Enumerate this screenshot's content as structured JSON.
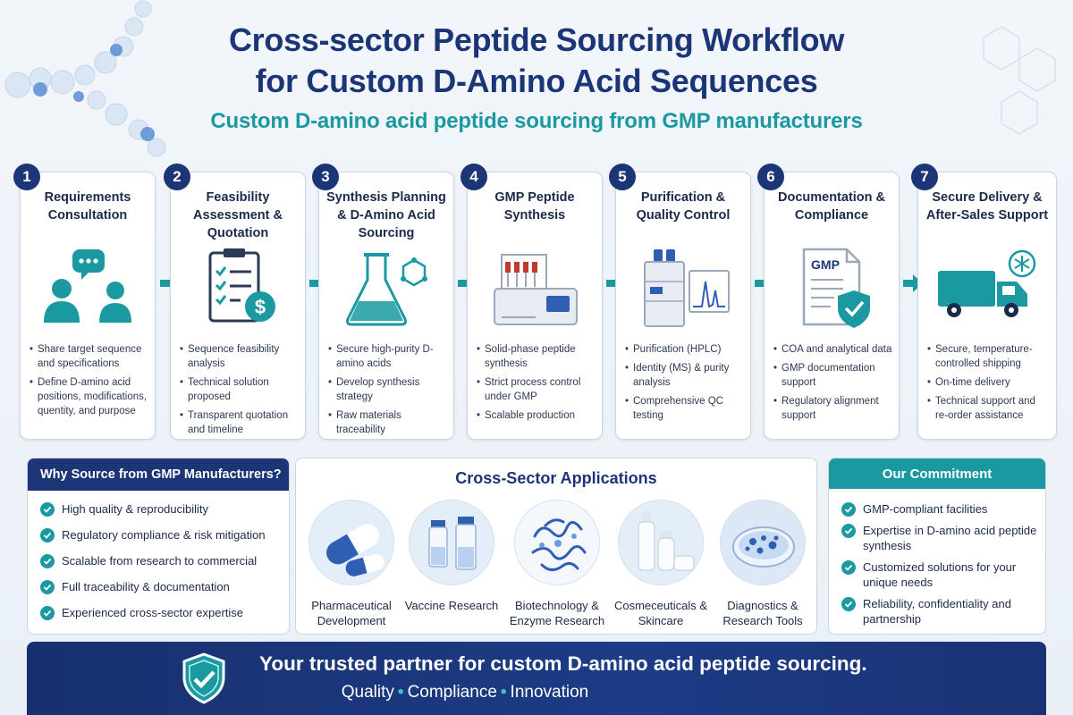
{
  "header": {
    "title_line1": "Cross-sector Peptide Sourcing Workflow",
    "title_line2": "for Custom D-Amino Acid Sequences",
    "subtitle": "Custom D-amino acid peptide sourcing from GMP manufacturers"
  },
  "steps": [
    {
      "number": "1",
      "title": "Requirements Consultation",
      "icon": "chat-people-icon",
      "bullets": [
        "Share target sequence and specifications",
        "Define D-amino acid positions, modifications, quentity, and purpose"
      ]
    },
    {
      "number": "2",
      "title": "Feasibility Assessment & Quotation",
      "icon": "clipboard-dollar-icon",
      "bullets": [
        "Sequence feasibility analysis",
        "Technical solution proposed",
        "Transparent quotation and timeline"
      ]
    },
    {
      "number": "3",
      "title": "Synthesis Planning & D-Amino Acid Sourcing",
      "icon": "flask-molecule-icon",
      "bullets": [
        "Secure high-purity D-amino acids",
        "Develop synthesis strategy",
        "Raw materials traceability"
      ]
    },
    {
      "number": "4",
      "title": "GMP Peptide Synthesis",
      "icon": "synthesizer-icon",
      "bullets": [
        "Solid-phase peptide synthesis",
        "Strict process control under GMP",
        "Scalable production"
      ]
    },
    {
      "number": "5",
      "title": "Purification & Quality Control",
      "icon": "hplc-chromatogram-icon",
      "bullets": [
        "Purification (HPLC)",
        "Identity (MS) & purity analysis",
        "Comprehensive QC testing"
      ]
    },
    {
      "number": "6",
      "title": "Documentation & Compliance",
      "icon": "gmp-document-shield-icon",
      "doc_label": "GMP",
      "bullets": [
        "COA and analytical data",
        "GMP documentation support",
        "Regulatory alignment support"
      ]
    },
    {
      "number": "7",
      "title": "Secure Delivery & After-Sales Support",
      "icon": "cold-chain-truck-icon",
      "bullets": [
        "Secure, temperature-controlled shipping",
        "On-time delivery",
        "Technical support and re-order assistance"
      ]
    }
  ],
  "why": {
    "heading": "Why Source from GMP Manufacturers?",
    "items": [
      "High quality & reproducibility",
      "Regulatory compliance & risk mitigation",
      "Scalable from research to commercial",
      "Full traceability & documentation",
      "Experienced cross-sector expertise"
    ]
  },
  "applications": {
    "heading": "Cross-Sector Applications",
    "items": [
      {
        "label": "Pharmaceutical Development",
        "icon": "capsule-pills-icon"
      },
      {
        "label": "Vaccine Research",
        "icon": "vaccine-vials-icon"
      },
      {
        "label": "Biotechnology & Enzyme Research",
        "icon": "protein-structure-icon"
      },
      {
        "label": "Cosmeceuticals & Skincare",
        "icon": "skincare-bottles-icon"
      },
      {
        "label": "Diagnostics & Research Tools",
        "icon": "petri-dish-icon"
      }
    ]
  },
  "commitment": {
    "heading": "Our Commitment",
    "items": [
      "GMP-compliant facilities",
      "Expertise in D-amino acid peptide synthesis",
      "Customized solutions for your unique needs",
      "Reliability, confidentiality and partnership"
    ]
  },
  "banner": {
    "main": "Your trusted partner for custom D-amino acid peptide sourcing.",
    "values": [
      "Quality",
      "Compliance",
      "Innovation"
    ]
  },
  "colors": {
    "navy": "#1c3577",
    "teal": "#1a9aa0",
    "card_border": "#c9d6e6",
    "text": "#1b2a4a"
  }
}
